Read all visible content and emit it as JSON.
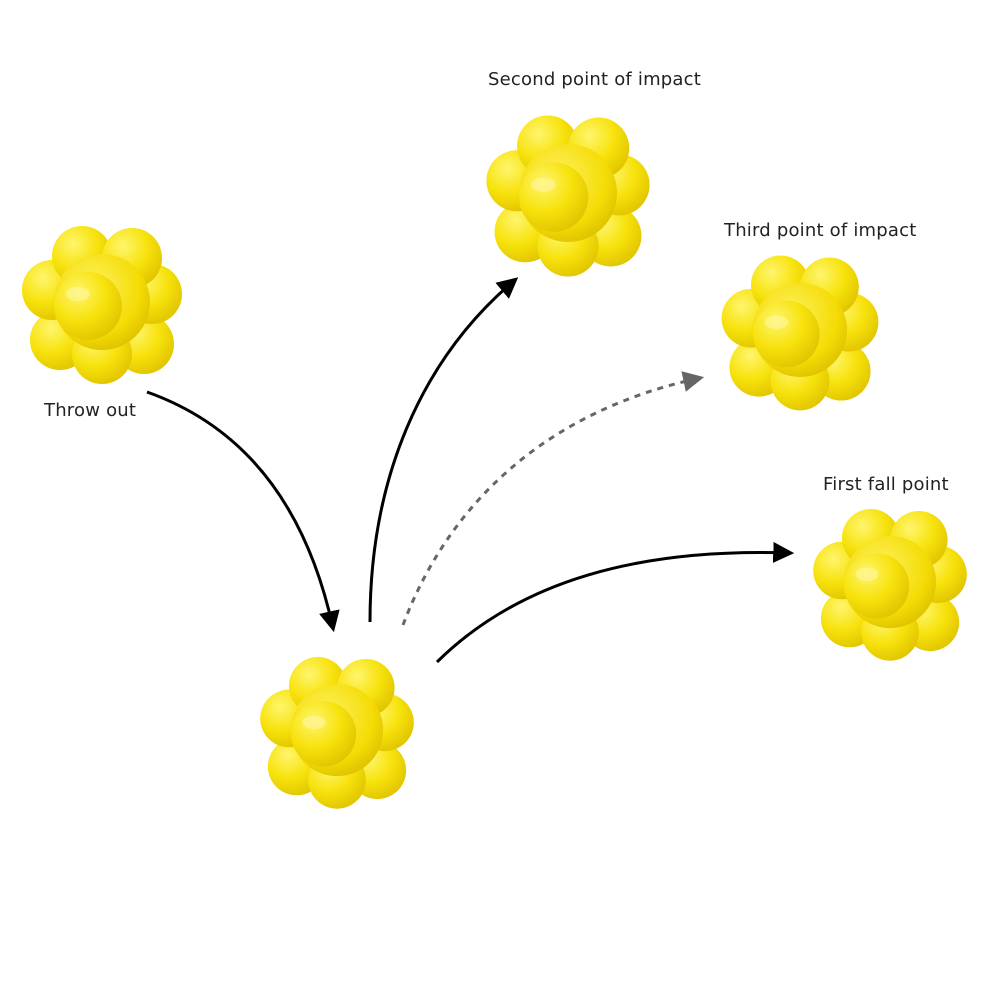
{
  "labels": {
    "throw_out": "Throw out",
    "second_point": "Second point of impact",
    "third_point": "Third point of impact",
    "first_fall": "First fall point"
  },
  "colors": {
    "ball_fill": "#f5e20e",
    "ball_shade": "#e2c800",
    "ball_highlight": "#fff36a",
    "arrow_solid": "#000000",
    "arrow_dashed": "#666666",
    "text": "#222222"
  },
  "icons": {
    "ball": "reaction-ball-icon",
    "solid_arrow": "curved-arrow-icon",
    "dashed_arrow": "dashed-curved-arrow-icon"
  }
}
